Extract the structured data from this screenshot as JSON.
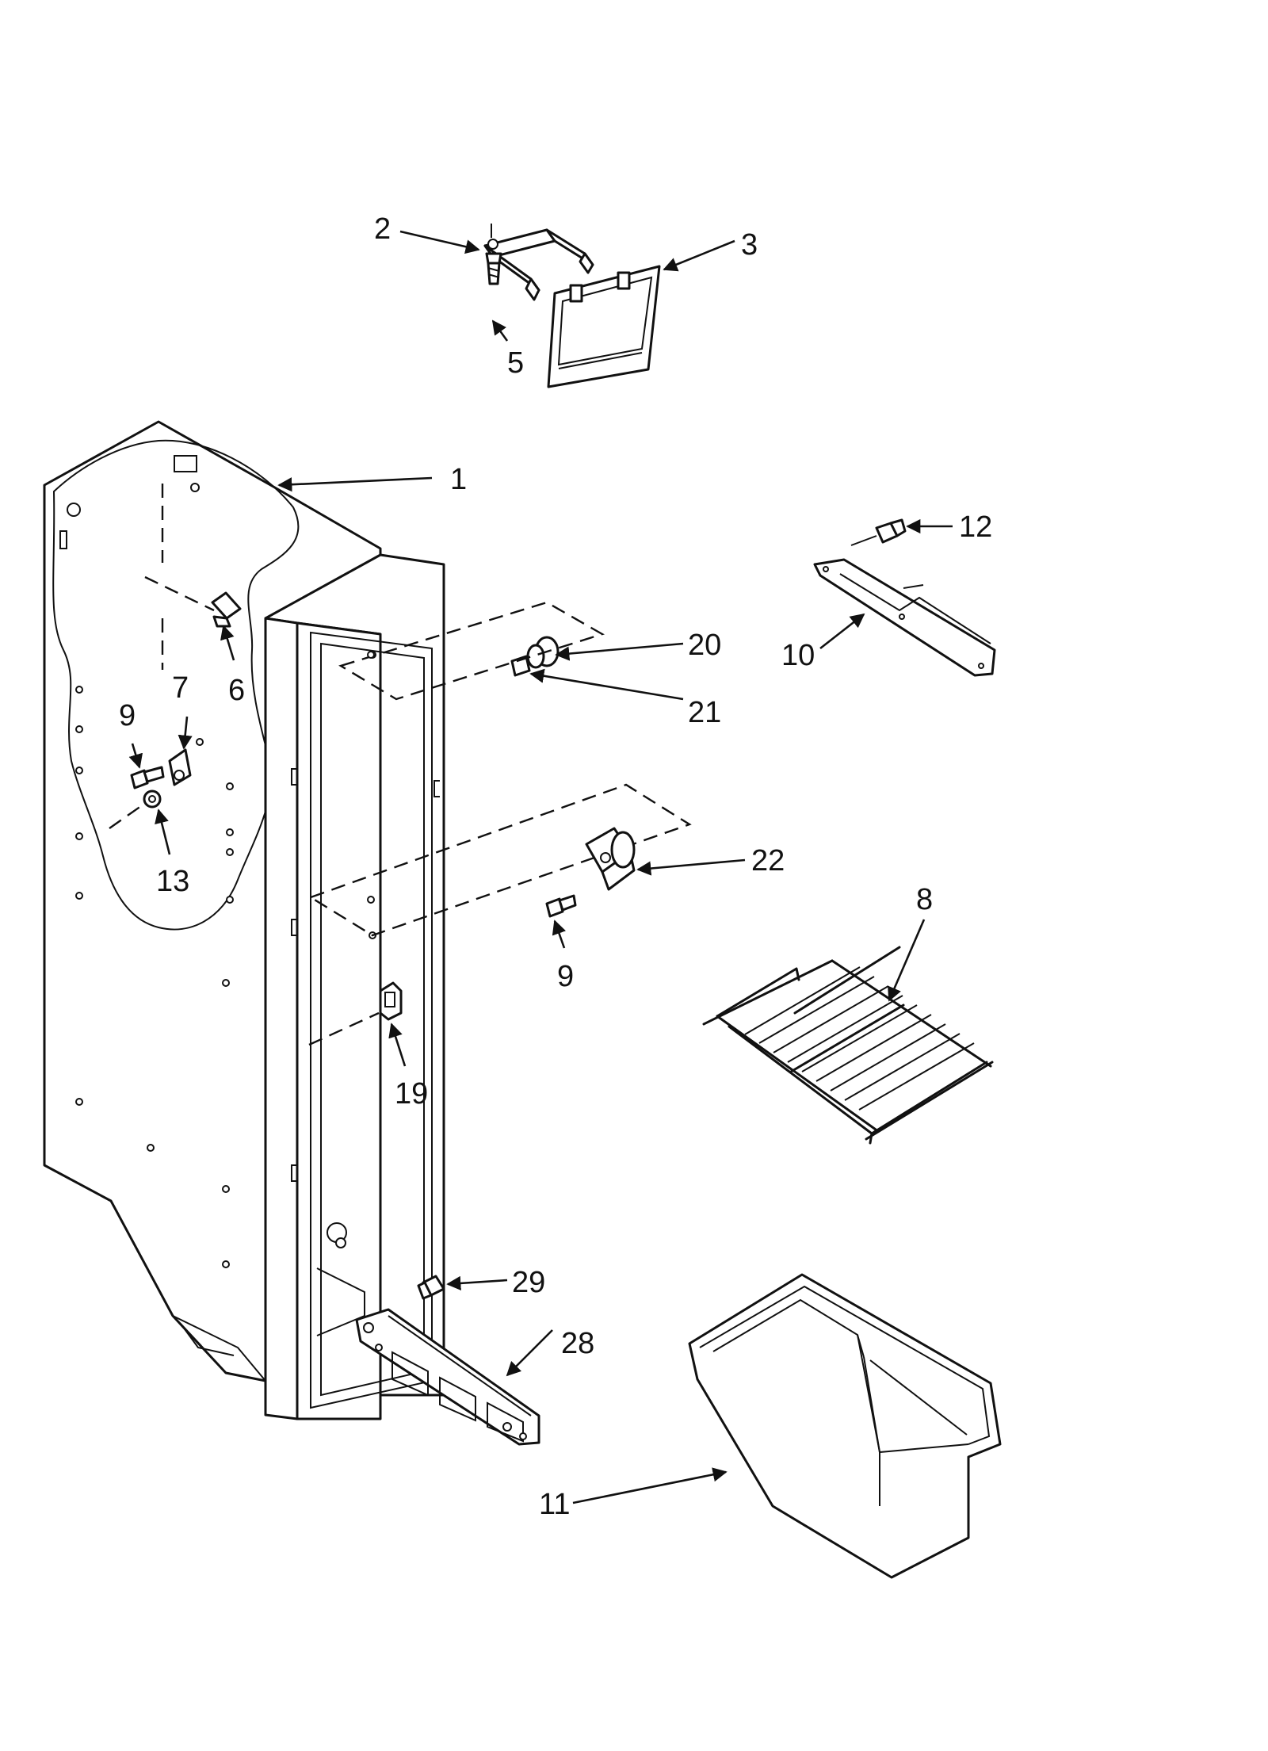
{
  "callouts": [
    {
      "id": "c1",
      "text": "1"
    },
    {
      "id": "c2",
      "text": "2"
    },
    {
      "id": "c3",
      "text": "3"
    },
    {
      "id": "c5",
      "text": "5"
    },
    {
      "id": "c6",
      "text": "6"
    },
    {
      "id": "c7",
      "text": "7"
    },
    {
      "id": "c8",
      "text": "8"
    },
    {
      "id": "c9a",
      "text": "9"
    },
    {
      "id": "c9b",
      "text": "9"
    },
    {
      "id": "c10",
      "text": "10"
    },
    {
      "id": "c11",
      "text": "11"
    },
    {
      "id": "c12",
      "text": "12"
    },
    {
      "id": "c13",
      "text": "13"
    },
    {
      "id": "c19",
      "text": "19"
    },
    {
      "id": "c20",
      "text": "20"
    },
    {
      "id": "c21",
      "text": "21"
    },
    {
      "id": "c22",
      "text": "22"
    },
    {
      "id": "c28",
      "text": "28"
    },
    {
      "id": "c29",
      "text": "29"
    }
  ],
  "colors": {
    "ink": "#111111",
    "paper": "#ffffff"
  }
}
